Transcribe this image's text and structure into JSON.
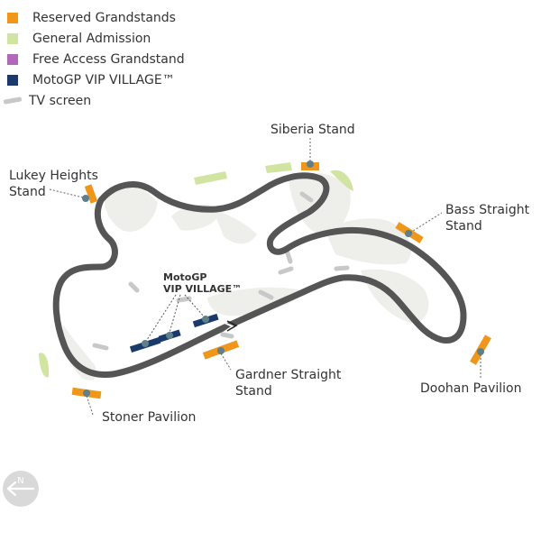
{
  "legend": [
    {
      "label": "Reserved Grandstands",
      "color": "#f0961a"
    },
    {
      "label": "General Admission",
      "color": "#d2e4a1"
    },
    {
      "label": "Free Access Grandstand",
      "color": "#b068b8"
    },
    {
      "label": "MotoGP VIP VILLAGE™",
      "color": "#1a3a6b"
    },
    {
      "label": "TV screen",
      "color": "#c8c8c8",
      "icon": "tv-screen-icon"
    }
  ],
  "stands": {
    "siberia": "Siberia Stand",
    "lukey_line1": "Lukey Heights",
    "lukey_line2": "Stand",
    "bass_line1": "Bass Straight",
    "bass_line2": "Stand",
    "gardner_line1": "Gardner Straight",
    "gardner_line2": "Stand",
    "doohan": "Doohan Pavilion",
    "stoner": "Stoner Pavilion"
  },
  "vip_village": {
    "line1": "MotoGP",
    "line2": "VIP VILLAGE™"
  },
  "compass": {
    "label": "N",
    "icon": "north-arrow-icon"
  },
  "colors": {
    "track": "#555555",
    "reserved": "#f0961a",
    "general_admission": "#d2e4a1",
    "vip": "#1a3a6b",
    "tv_screen": "#c8c8c8",
    "marker": "#5f7f8a",
    "infield": "#eeeeea"
  }
}
